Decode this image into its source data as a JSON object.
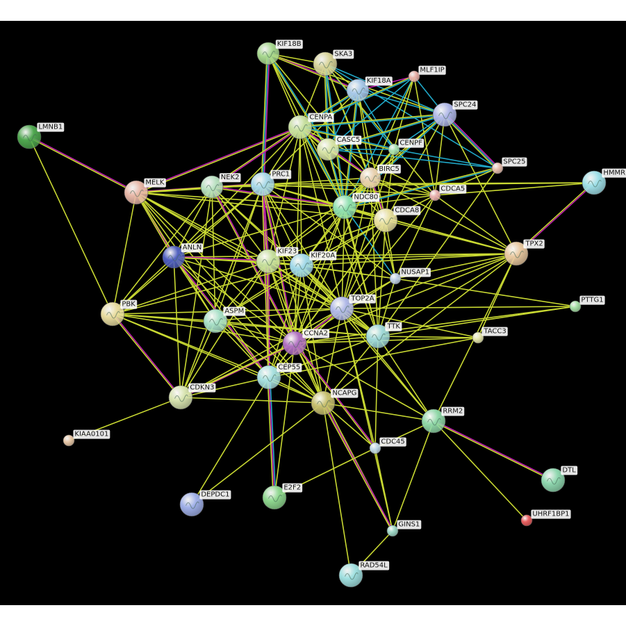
{
  "network": {
    "nodes": [
      {
        "id": "KIF18B",
        "color": "#a8d890"
      },
      {
        "id": "SKA3",
        "color": "#d8d49a"
      },
      {
        "id": "KIF18A",
        "color": "#a8c8e8"
      },
      {
        "id": "MLF1IP",
        "color": "#e8b0a8"
      },
      {
        "id": "SPC24",
        "color": "#b0b8e8"
      },
      {
        "id": "LMNB1",
        "color": "#50a850"
      },
      {
        "id": "CENPA",
        "color": "#c8e0a0"
      },
      {
        "id": "CASC5",
        "color": "#d8e4a8"
      },
      {
        "id": "CENPF",
        "color": "#a8e0b0"
      },
      {
        "id": "SPC25",
        "color": "#e8c0b0"
      },
      {
        "id": "BIRC5",
        "color": "#e8d0b0"
      },
      {
        "id": "HMMR",
        "color": "#a0e0e8"
      },
      {
        "id": "MELK",
        "color": "#e8b8a8"
      },
      {
        "id": "NEK2",
        "color": "#b8e0c0"
      },
      {
        "id": "PRC1",
        "color": "#a8d8e8"
      },
      {
        "id": "CDCA5",
        "color": "#e8b0b0"
      },
      {
        "id": "NDC80",
        "color": "#90e0b0"
      },
      {
        "id": "CDCA8",
        "color": "#e8e0a0"
      },
      {
        "id": "TPX2",
        "color": "#e8c8a0"
      },
      {
        "id": "ANLN",
        "color": "#5060c0"
      },
      {
        "id": "KIF23",
        "color": "#c8e0a0"
      },
      {
        "id": "KIF20A",
        "color": "#a0d8e8"
      },
      {
        "id": "NUSAP1",
        "color": "#c0d0e8"
      },
      {
        "id": "PBK",
        "color": "#e8dca0"
      },
      {
        "id": "TOP2A",
        "color": "#b0b8e8"
      },
      {
        "id": "PTTG1",
        "color": "#a8e0a8"
      },
      {
        "id": "ASPM",
        "color": "#a8e0c8"
      },
      {
        "id": "TTK",
        "color": "#a0d8d8"
      },
      {
        "id": "TACC3",
        "color": "#e8e8b0"
      },
      {
        "id": "CCNA2",
        "color": "#b070c0"
      },
      {
        "id": "CEP55",
        "color": "#a8e0e0"
      },
      {
        "id": "CDKN3",
        "color": "#d8e4b0"
      },
      {
        "id": "NCAPG",
        "color": "#c8c070"
      },
      {
        "id": "RRM2",
        "color": "#90d8a8"
      },
      {
        "id": "KIAA0101",
        "color": "#e8c8a8"
      },
      {
        "id": "CDC45",
        "color": "#c0d8e8"
      },
      {
        "id": "DTL",
        "color": "#90d8b0"
      },
      {
        "id": "DEPDC1",
        "color": "#a0b0e8"
      },
      {
        "id": "E2F2",
        "color": "#90d890"
      },
      {
        "id": "UHRF1BP1",
        "color": "#e86060"
      },
      {
        "id": "GINS1",
        "color": "#a0d8c8"
      },
      {
        "id": "RAD54L",
        "color": "#a0e0e0"
      }
    ],
    "edge_colors": {
      "yellow": "#c8d832",
      "magenta": "#c020b0",
      "cyan": "#20a8c8",
      "black": "#202020"
    }
  }
}
